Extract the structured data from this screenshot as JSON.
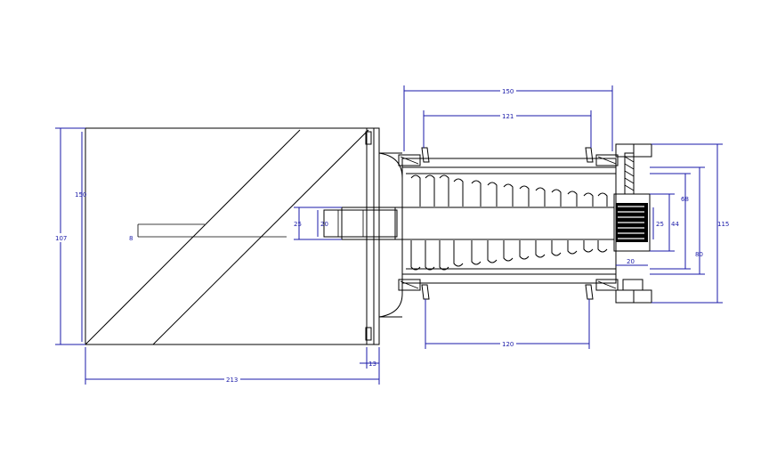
{
  "colors": {
    "background": "#ffffff",
    "outline": "#000000",
    "dimension": "#1a1aa8"
  },
  "dimensions": {
    "overall_height": "107",
    "inner_height": "150",
    "small_offset": "8",
    "bore_25": "25",
    "bore_20": "20",
    "total_length": "213",
    "flange_13": "13",
    "top_150": "150",
    "top_121": "121",
    "bottom_120": "120",
    "nut_25": "25",
    "nut_44": "44",
    "nut_20": "20",
    "right_68": "68",
    "right_80": "80",
    "right_115": "115"
  }
}
